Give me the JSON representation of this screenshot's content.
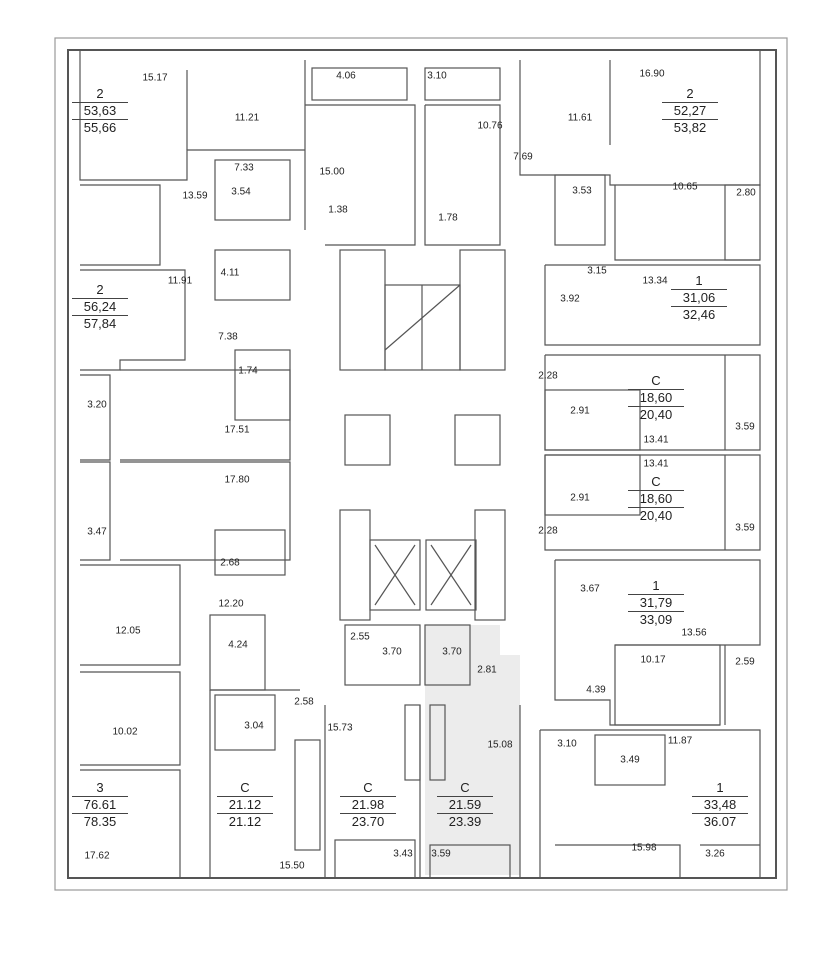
{
  "apartments": [
    {
      "type": "2",
      "living": "53,63",
      "total": "55,66"
    },
    {
      "type": "2",
      "living": "56,24",
      "total": "57,84"
    },
    {
      "type": "3",
      "living": "76.61",
      "total": "78.35"
    },
    {
      "type": "С",
      "living": "21.12",
      "total": "21.12"
    },
    {
      "type": "С",
      "living": "21.98",
      "total": "23.70"
    },
    {
      "type": "С",
      "living": "21.59",
      "total": "23.39"
    },
    {
      "type": "1",
      "living": "33,48",
      "total": "36.07"
    },
    {
      "type": "1",
      "living": "31,79",
      "total": "33,09"
    },
    {
      "type": "С",
      "living": "18,60",
      "total": "20,40"
    },
    {
      "type": "С",
      "living": "18,60",
      "total": "20,40"
    },
    {
      "type": "1",
      "living": "31,06",
      "total": "32,46"
    },
    {
      "type": "2",
      "living": "52,27",
      "total": "53,82"
    }
  ],
  "rooms": [
    "15.17",
    "11.21",
    "4.06",
    "3.10",
    "10.76",
    "11.61",
    "16.90",
    "7.33",
    "3.54",
    "15.00",
    "13.59",
    "1.38",
    "1.78",
    "7.69",
    "3.53",
    "10.65",
    "2.80",
    "4.11",
    "11.91",
    "7.38",
    "3.15",
    "13.34",
    "3.92",
    "1.74",
    "2.28",
    "2.91",
    "3.20",
    "17.51",
    "3.59",
    "13.41",
    "13.41",
    "17.80",
    "2.91",
    "3.47",
    "2.28",
    "3.59",
    "2.68",
    "3.67",
    "12.20",
    "12.05",
    "13.56",
    "2.55",
    "4.24",
    "3.70",
    "3.70",
    "2.81",
    "4.39",
    "10.17",
    "2.59",
    "2.58",
    "3.04",
    "15.73",
    "15.08",
    "3.10",
    "11.87",
    "3.49",
    "10.02",
    "17.62",
    "15.50",
    "3.43",
    "3.59",
    "15.98",
    "3.26"
  ],
  "colors": {
    "wall": "#555555",
    "highlight": "#ececec"
  }
}
